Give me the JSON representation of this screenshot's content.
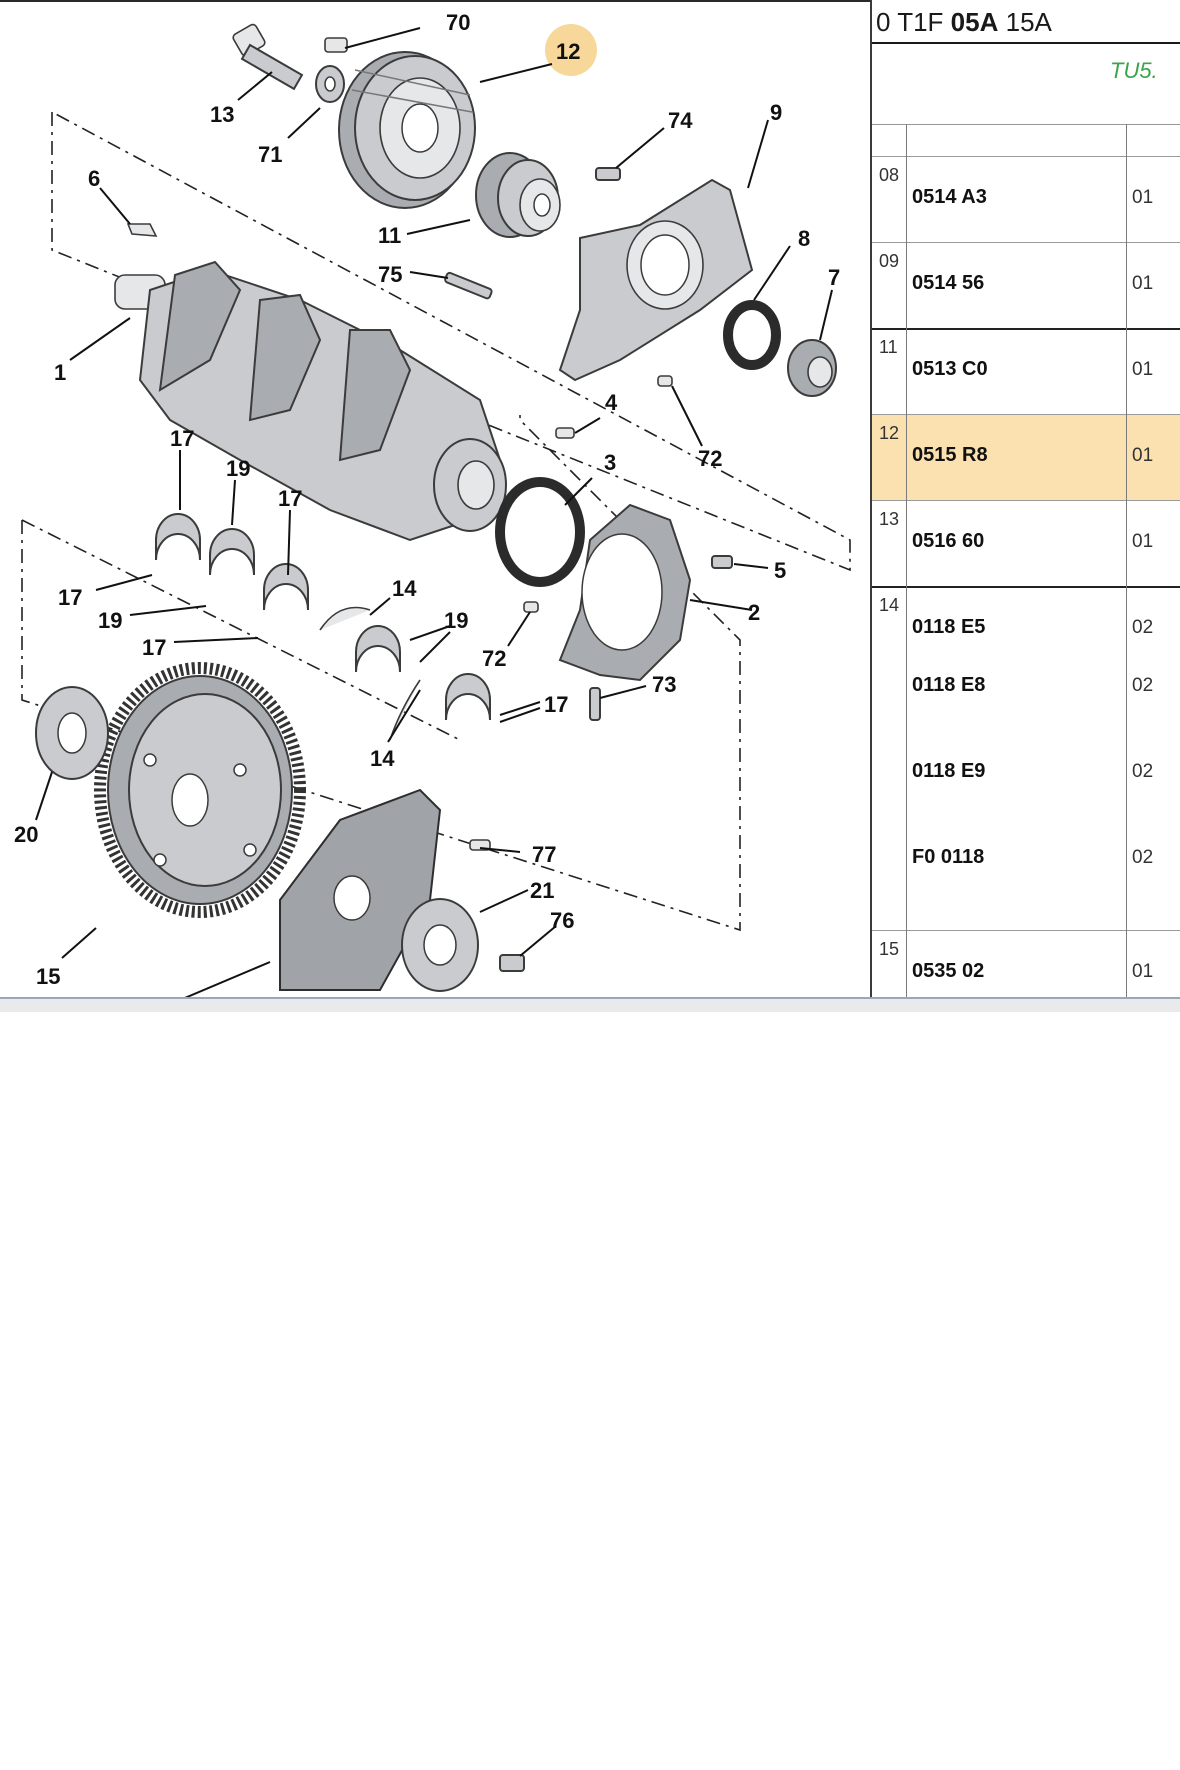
{
  "reference_header": {
    "prefix": "0 T1F",
    "bold": "05A",
    "suffix": "15A"
  },
  "engine_label": "TU5.",
  "highlight_color": "#fbe0b0",
  "callouts": {
    "c1": "1",
    "c2": "2",
    "c3": "3",
    "c4": "4",
    "c5": "5",
    "c6": "6",
    "c7": "7",
    "c8": "8",
    "c9": "9",
    "c11": "11",
    "c12": "12",
    "c13": "13",
    "c14a": "14",
    "c14b": "14",
    "c15": "15",
    "c17a": "17",
    "c17b": "17",
    "c17c": "17",
    "c17d": "17",
    "c17e": "17",
    "c19a": "19",
    "c19b": "19",
    "c19c": "19",
    "c20": "20",
    "c21": "21",
    "c70": "70",
    "c71": "71",
    "c72a": "72",
    "c72b": "72",
    "c73": "73",
    "c74": "74",
    "c75": "75",
    "c76": "76",
    "c77": "77"
  },
  "parts_table": [
    {
      "index": "08",
      "parts": [
        "0514 A3"
      ],
      "qty": [
        "01"
      ],
      "highlighted": false
    },
    {
      "index": "09",
      "parts": [
        "0514 56"
      ],
      "qty": [
        "01"
      ],
      "highlighted": false
    },
    {
      "index": "11",
      "parts": [
        "0513 C0"
      ],
      "qty": [
        "01"
      ],
      "highlighted": false
    },
    {
      "index": "12",
      "parts": [
        "0515 R8"
      ],
      "qty": [
        "01"
      ],
      "highlighted": true
    },
    {
      "index": "13",
      "parts": [
        "0516 60"
      ],
      "qty": [
        "01"
      ],
      "highlighted": false
    },
    {
      "index": "14",
      "parts": [
        "0118 E5",
        "0118 E8",
        "0118 E9",
        "F0 0118"
      ],
      "qty": [
        "02",
        "02",
        "02",
        "02"
      ],
      "highlighted": false
    },
    {
      "index": "15",
      "parts": [
        "0535 02"
      ],
      "qty": [
        "01"
      ],
      "highlighted": false
    }
  ]
}
